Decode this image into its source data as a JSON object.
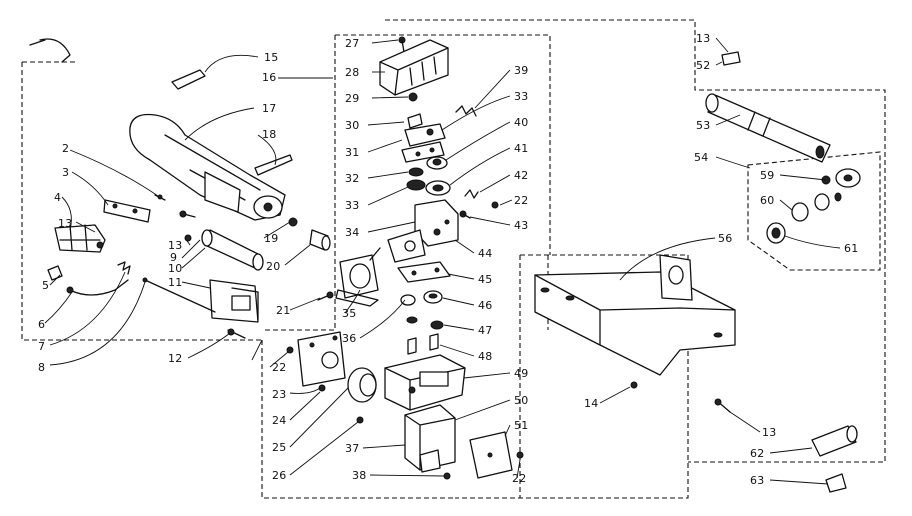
{
  "labels": {
    "l2": "2",
    "l3": "3",
    "l4": "4",
    "l5": "5",
    "l6": "6",
    "l7": "7",
    "l8": "8",
    "l9": "9",
    "l10": "10",
    "l11": "11",
    "l12": "12",
    "l13a": "13",
    "l13b": "13",
    "l13c": "13",
    "l13d": "13",
    "l14": "14",
    "l15": "15",
    "l16": "16",
    "l17": "17",
    "l18": "18",
    "l19": "19",
    "l20": "20",
    "l21": "21",
    "l22a": "22",
    "l22b": "22",
    "l22c": "22",
    "l23": "23",
    "l24": "24",
    "l25": "25",
    "l26": "26",
    "l27": "27",
    "l28": "28",
    "l29": "29",
    "l30": "30",
    "l31": "31",
    "l32": "32",
    "l33a": "33",
    "l33b": "33",
    "l34": "34",
    "l35": "35",
    "l36": "36",
    "l37": "37",
    "l38": "38",
    "l39": "39",
    "l40": "40",
    "l41": "41",
    "l42": "42",
    "l43": "43",
    "l44": "44",
    "l45": "45",
    "l46": "46",
    "l47": "47",
    "l48": "48",
    "l49": "49",
    "l50": "50",
    "l51": "51",
    "l52": "52",
    "l53": "53",
    "l54": "54",
    "l56": "56",
    "l59": "59",
    "l60": "60",
    "l61": "61",
    "l62": "62",
    "l63": "63"
  }
}
